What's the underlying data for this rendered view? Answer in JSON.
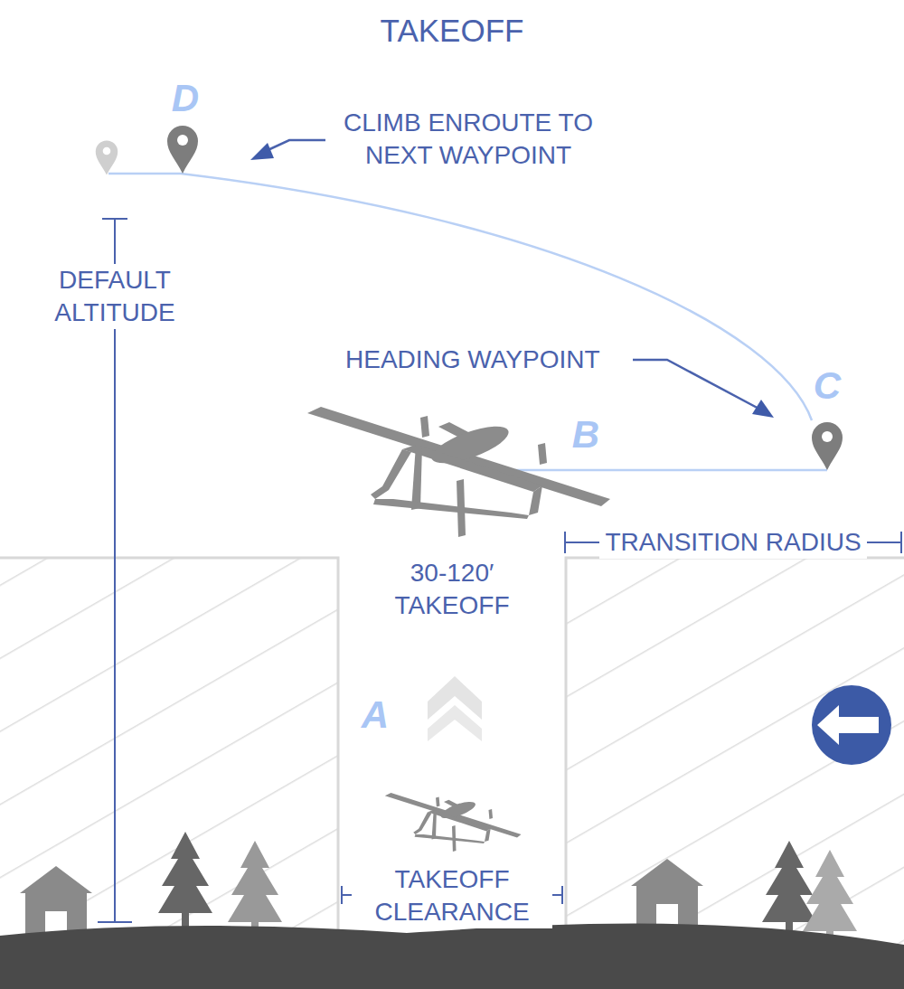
{
  "diagram": {
    "title": "TAKEOFF",
    "labels": [
      "D",
      "CLIMB ENROUTE TO NEXT WAYPOINT",
      "DEFAULT ALTITUDE",
      "HEADING WAYPOINT",
      "C",
      "B",
      "TRANSITION RADIUS",
      "30-120′ TAKEOFF",
      "A",
      "TAKEOFF CLEARANCE"
    ]
  }
}
